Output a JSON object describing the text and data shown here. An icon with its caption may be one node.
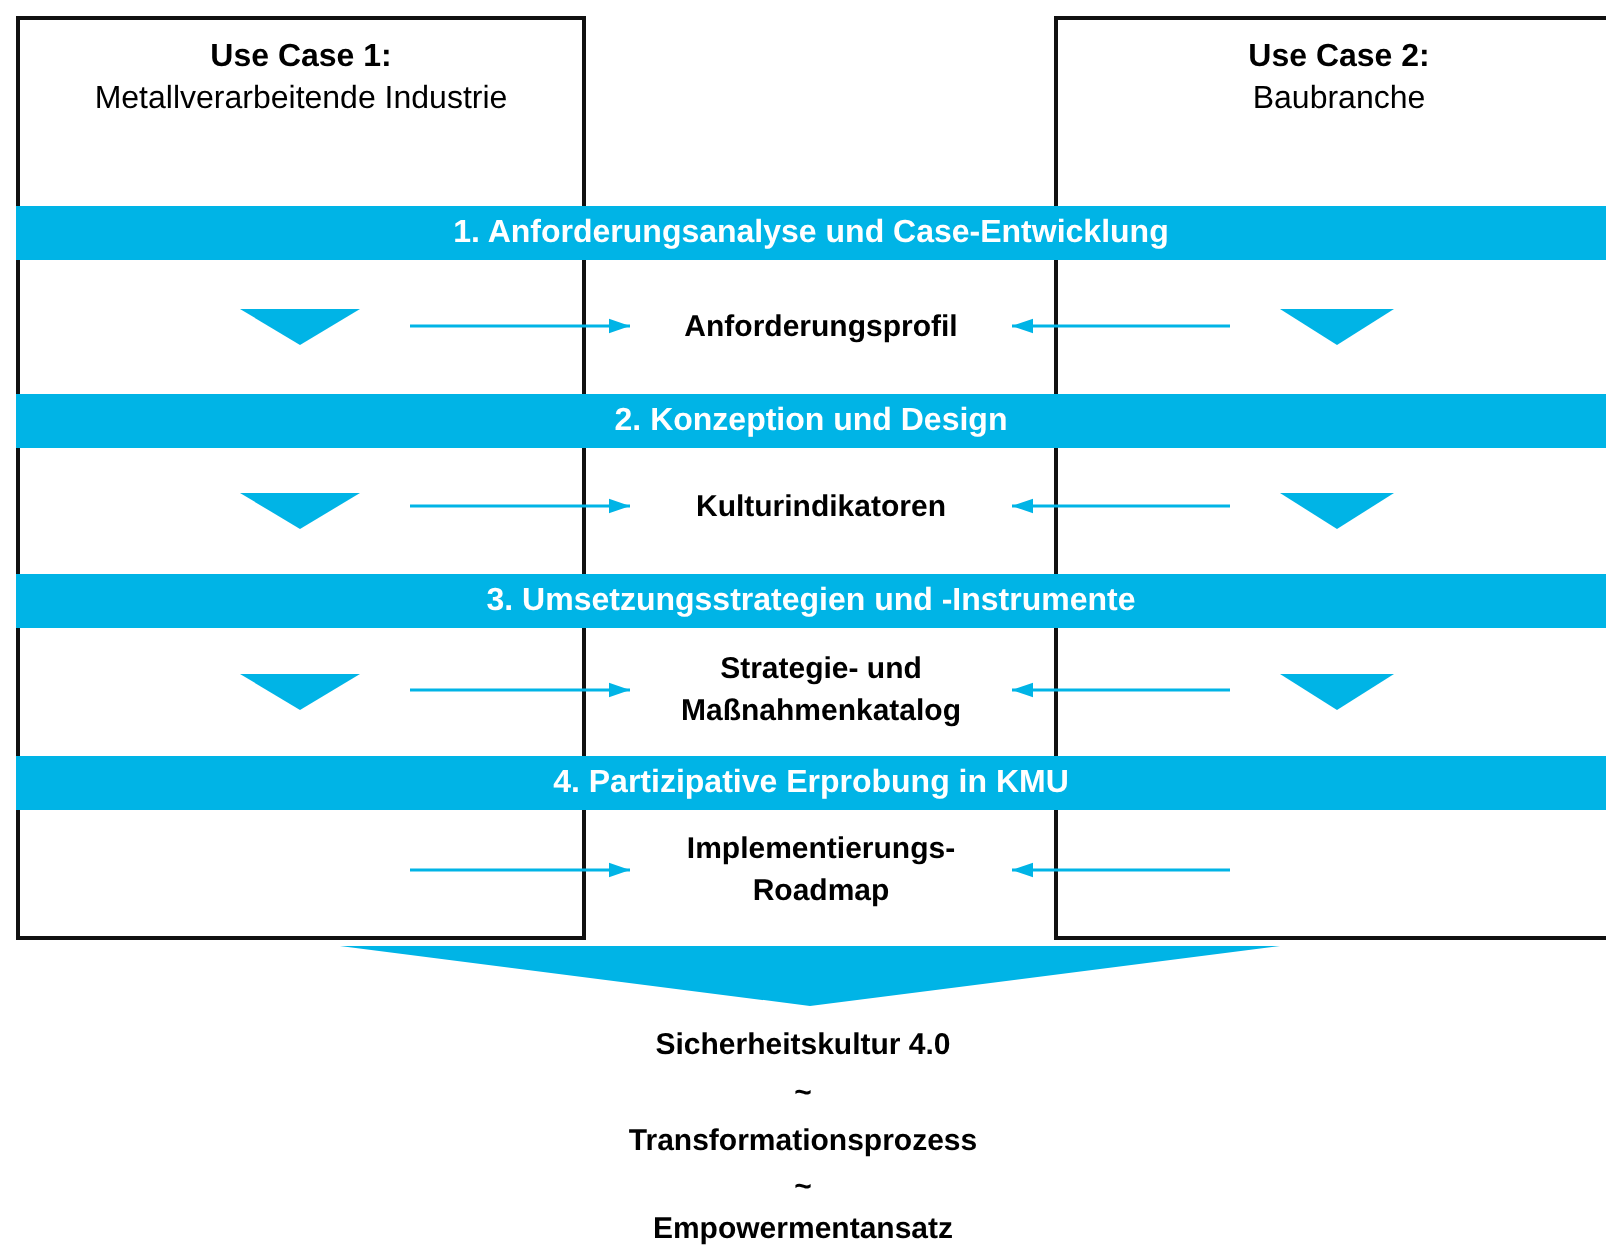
{
  "diagram": {
    "nodes": [
      {
        "text": [
          "Use Case 1:",
          "Metallverarbeitende Industrie"
        ]
      },
      {
        "text": [
          "Use Case 2:",
          "Baubranche"
        ]
      },
      {
        "text": [
          "1. Anforderungsanalyse und Case-Entwicklung"
        ]
      },
      {
        "text": [
          "2. Konzeption und Design"
        ]
      },
      {
        "text": [
          "3. Umsetzungsstrategien und -Instrumente"
        ]
      },
      {
        "text": [
          "4. Partizipative Erprobung in KMU"
        ]
      },
      {
        "text": [
          "Anforderungsprofil"
        ]
      },
      {
        "text": [
          "Kulturindikatoren"
        ]
      },
      {
        "text": [
          "Strategie- und Maßnahmenkatalog"
        ]
      },
      {
        "text": [
          "Implementierungs- Roadmap"
        ]
      }
    ],
    "edges": [
      {
        "from": 0,
        "to": 6,
        "arrow": "to"
      },
      {
        "from": 1,
        "to": 6,
        "arrow": "to"
      },
      {
        "from": 0,
        "to": 7,
        "arrow": "to"
      },
      {
        "from": 1,
        "to": 7,
        "arrow": "to"
      },
      {
        "from": 0,
        "to": 8,
        "arrow": "to"
      },
      {
        "from": 1,
        "to": 8,
        "arrow": "to"
      },
      {
        "from": 0,
        "to": 9,
        "arrow": "to"
      },
      {
        "from": 1,
        "to": 9,
        "arrow": "to"
      },
      {
        "from": 2,
        "to": 3,
        "arrow": "to"
      },
      {
        "from": 2,
        "to": 3,
        "arrow": "to"
      },
      {
        "from": 3,
        "to": 4,
        "arrow": "to"
      },
      {
        "from": 3,
        "to": 4,
        "arrow": "to"
      },
      {
        "from": 4,
        "to": 5,
        "arrow": "to"
      },
      {
        "from": 4,
        "to": 5,
        "arrow": "to"
      }
    ],
    "labels": [
      "Sicherheitskultur 4.0",
      "~",
      "Transformationsprozess",
      "~",
      "Empowermentansatz"
    ]
  }
}
